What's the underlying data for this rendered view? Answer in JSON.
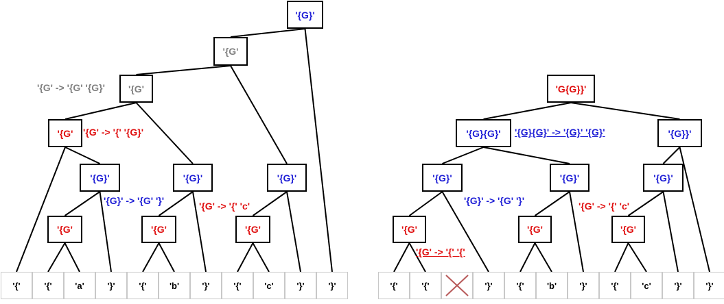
{
  "colors": {
    "blue": "#1f1fd6",
    "red": "#e01010",
    "gray": "#808080",
    "black": "#000000"
  },
  "left_tree": {
    "nodes": {
      "root": {
        "label": "'{G}'",
        "color": "blue"
      },
      "g1": {
        "label": "'{G'",
        "color": "gray"
      },
      "g2": {
        "label": "'{G'",
        "color": "gray"
      },
      "g3": {
        "label": "'{G'",
        "color": "red"
      },
      "b1": {
        "label": "'{G}'",
        "color": "blue"
      },
      "b2": {
        "label": "'{G}'",
        "color": "blue"
      },
      "b3": {
        "label": "'{G}'",
        "color": "blue"
      },
      "r1": {
        "label": "'{G'",
        "color": "red"
      },
      "r2": {
        "label": "'{G'",
        "color": "red"
      },
      "r3": {
        "label": "'{G'",
        "color": "red"
      }
    },
    "rules": [
      {
        "text": "'{G' -> '{G' '{G}'",
        "color": "gray"
      },
      {
        "text": "'{G' -> '{' '{G}'",
        "color": "red"
      },
      {
        "text": "'{G}' -> '{G' '}'",
        "color": "blue"
      },
      {
        "text": "'{G' -> '{' 'c'",
        "color": "red"
      }
    ],
    "tokens": [
      "'{'",
      "'{'",
      "'a'",
      "'}'",
      "'{'",
      "'b'",
      "'}'",
      "'{'",
      "'c'",
      "'}'",
      "'}'"
    ]
  },
  "right_tree": {
    "nodes": {
      "root": {
        "label": "'G{G}}'",
        "color": "red"
      },
      "m1": {
        "label": "'{G}{G}'",
        "color": "blue"
      },
      "m2": {
        "label": "'{G}}'",
        "color": "blue"
      },
      "b1": {
        "label": "'{G}'",
        "color": "blue"
      },
      "b2": {
        "label": "'{G}'",
        "color": "blue"
      },
      "b3": {
        "label": "'{G}'",
        "color": "blue"
      },
      "r1": {
        "label": "'{G'",
        "color": "red"
      },
      "r2": {
        "label": "'{G'",
        "color": "red"
      },
      "r3": {
        "label": "'{G'",
        "color": "red"
      }
    },
    "rules": [
      {
        "text": "'{G}{G}' -> '{G}' '{G}'",
        "color": "blue"
      },
      {
        "text": "'{G}' -> '{G' '}'",
        "color": "blue"
      },
      {
        "text": "'{G' -> '{' 'c'",
        "color": "red"
      },
      {
        "text": "'{G' -> '{' '{'",
        "color": "red"
      }
    ],
    "tokens": [
      "'{'",
      "'{'",
      "",
      "'}'",
      "'{'",
      "'b'",
      "'}'",
      "'{'",
      "'c'",
      "'}'",
      "'}'"
    ]
  }
}
